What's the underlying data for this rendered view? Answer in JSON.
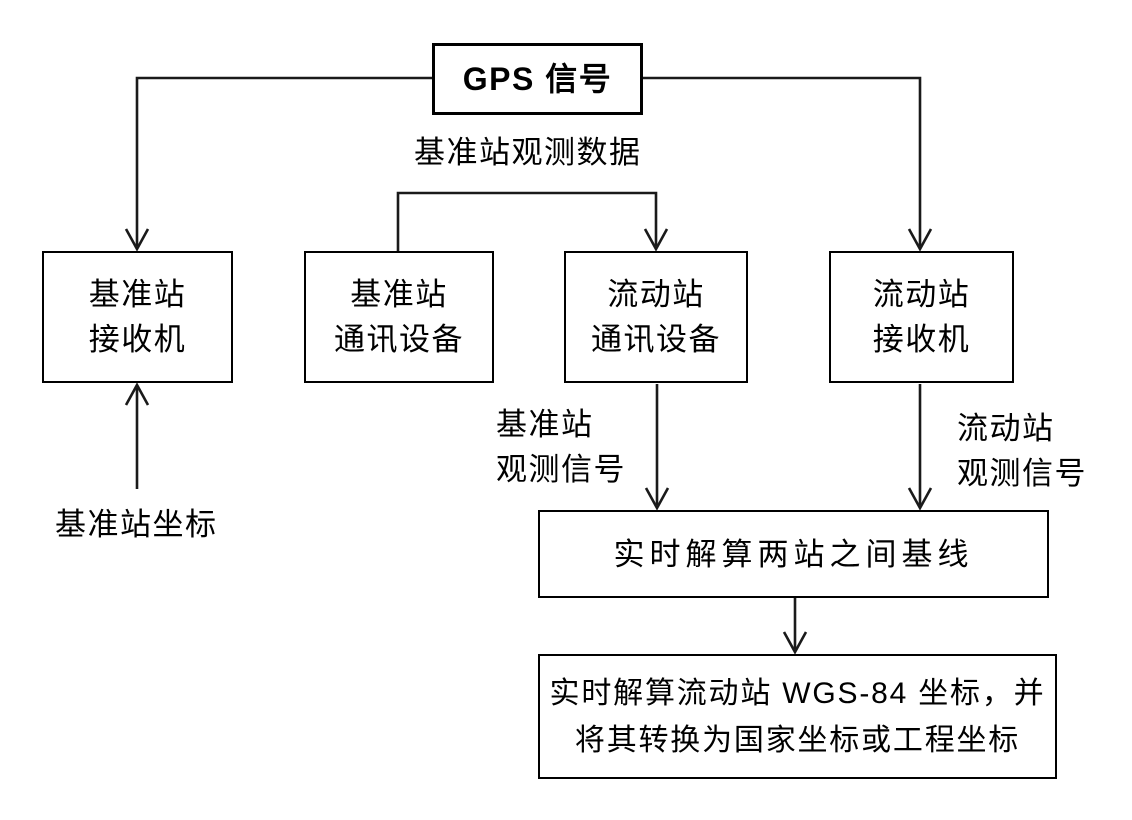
{
  "nodes": {
    "gps": {
      "label": "GPS 信号"
    },
    "base_receiver": {
      "lines": [
        "基准站",
        "接收机"
      ]
    },
    "base_comm": {
      "lines": [
        "基准站",
        "通讯设备"
      ]
    },
    "rover_comm": {
      "lines": [
        "流动站",
        "通讯设备"
      ]
    },
    "rover_receiver": {
      "lines": [
        "流动站",
        "接收机"
      ]
    },
    "baseline": {
      "label": "实时解算两站之间基线"
    },
    "result": {
      "lines": [
        "实时解算流动站 WGS-84 坐标，并",
        "将其转换为国家坐标或工程坐标"
      ]
    }
  },
  "labels": {
    "base_obs_data": "基准站观测数据",
    "base_obs_signal": {
      "lines": [
        "基准站",
        "观测信号"
      ]
    },
    "rover_obs_signal": {
      "lines": [
        "流动站",
        "观测信号"
      ]
    },
    "base_coords": "基准站坐标"
  },
  "colors": {
    "line": "#000000",
    "background": "#ffffff",
    "text": "#000000"
  }
}
